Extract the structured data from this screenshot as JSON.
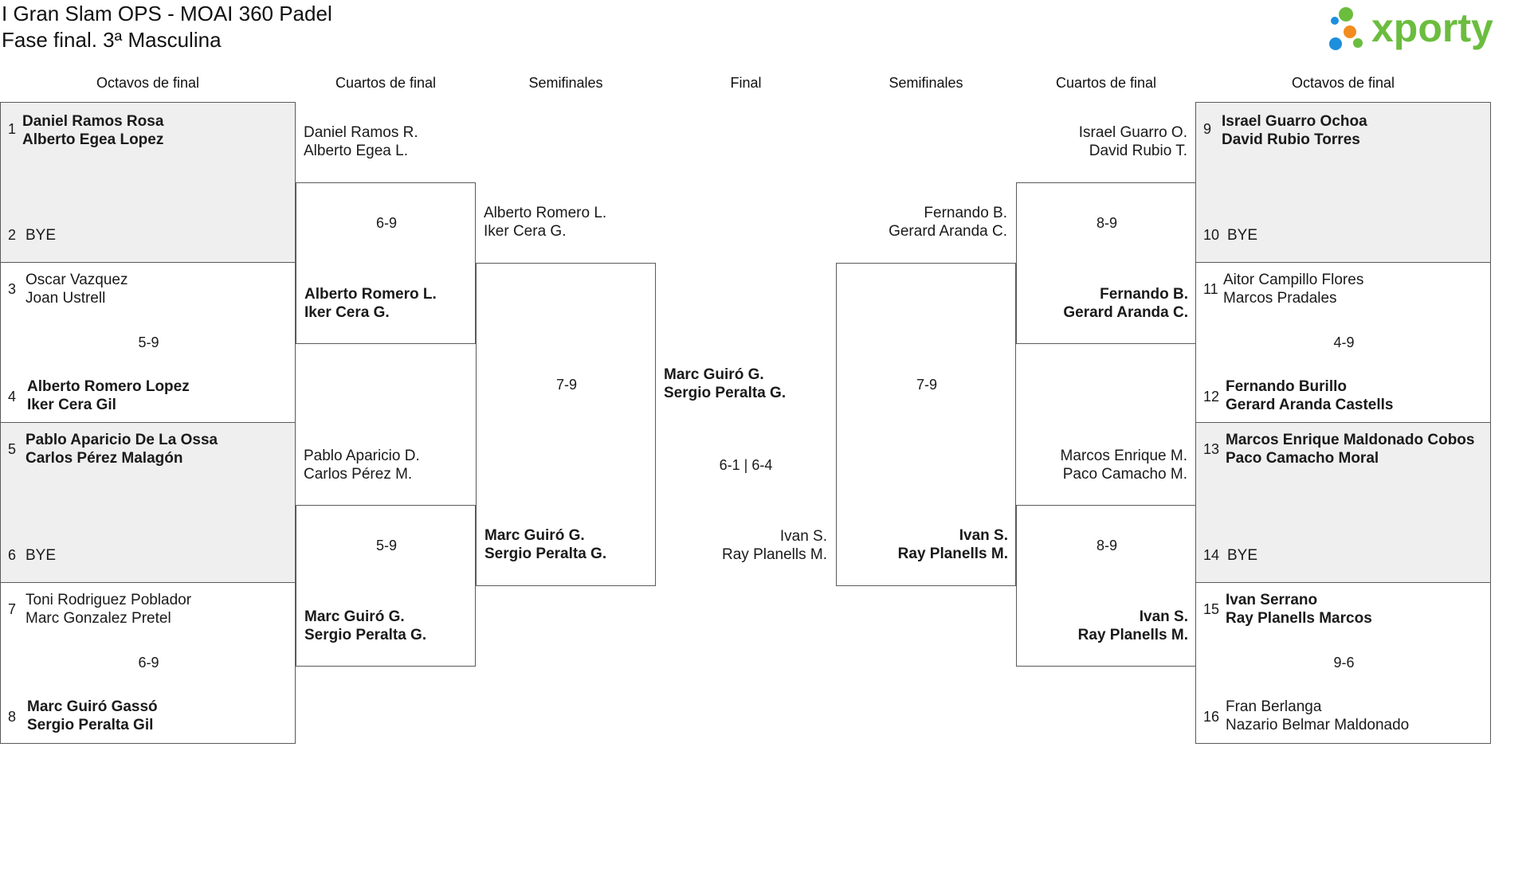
{
  "title": {
    "line1": "I Gran Slam OPS - MOAI 360 Padel",
    "line2": "Fase final. 3ª Masculina"
  },
  "logo": {
    "text": "xporty",
    "colors": [
      "#6bbd3e",
      "#f28b20",
      "#1d8fdc"
    ]
  },
  "headers": {
    "r16_left": "Octavos de final",
    "qf_left": "Cuartos de final",
    "sf_left": "Semifinales",
    "final": "Final",
    "sf_right": "Semifinales",
    "qf_right": "Cuartos de final",
    "r16_right": "Octavos de final"
  },
  "r16_left": [
    {
      "seed_a": "1",
      "a1": "Daniel Ramos Rosa",
      "a2": "Alberto Egea Lopez",
      "seed_b": "2",
      "b1": "BYE",
      "b2": "",
      "score": ""
    },
    {
      "seed_a": "3",
      "a1": "Oscar Vazquez",
      "a2": "Joan Ustrell",
      "seed_b": "4",
      "b1": "Alberto Romero Lopez",
      "b2": "Iker Cera Gil",
      "score": "5-9"
    },
    {
      "seed_a": "5",
      "a1": "Pablo Aparicio De La Ossa",
      "a2": "Carlos Pérez Malagón",
      "seed_b": "6",
      "b1": "BYE",
      "b2": "",
      "score": ""
    },
    {
      "seed_a": "7",
      "a1": "Toni Rodriguez Poblador",
      "a2": "Marc Gonzalez Pretel",
      "seed_b": "8",
      "b1": "Marc Guiró Gassó",
      "b2": "Sergio Peralta Gil",
      "score": "6-9"
    }
  ],
  "r16_right": [
    {
      "seed_a": "9",
      "a1": "Israel Guarro Ochoa",
      "a2": "David Rubio Torres",
      "seed_b": "10",
      "b1": "BYE",
      "b2": "",
      "score": ""
    },
    {
      "seed_a": "11",
      "a1": "Aitor Campillo Flores",
      "a2": "Marcos Pradales",
      "seed_b": "12",
      "b1": "Fernando Burillo",
      "b2": "Gerard Aranda Castells",
      "score": "4-9"
    },
    {
      "seed_a": "13",
      "a1": "Marcos Enrique Maldonado Cobos",
      "a2": "Paco Camacho Moral",
      "seed_b": "14",
      "b1": "BYE",
      "b2": "",
      "score": ""
    },
    {
      "seed_a": "15",
      "a1": "Ivan Serrano",
      "a2": "Ray Planells Marcos",
      "seed_b": "16",
      "b1": "Fran Berlanga",
      "b2": "Nazario Belmar Maldonado",
      "score": "9-6"
    }
  ],
  "qf_left": [
    {
      "a1": "Daniel Ramos R.",
      "a2": "Alberto Egea L.",
      "b1": "Alberto Romero L.",
      "b2": "Iker Cera G.",
      "score": "6-9"
    },
    {
      "a1": "Pablo Aparicio D.",
      "a2": "Carlos Pérez M.",
      "b1": "Marc Guiró G.",
      "b2": "Sergio Peralta G.",
      "score": "5-9"
    }
  ],
  "qf_right": [
    {
      "a1": "Israel Guarro O.",
      "a2": "David Rubio T.",
      "b1": "Fernando B.",
      "b2": "Gerard Aranda C.",
      "score": "8-9"
    },
    {
      "a1": "Marcos Enrique M.",
      "a2": "Paco Camacho M.",
      "b1": "Ivan S.",
      "b2": "Ray Planells M.",
      "score": "8-9"
    }
  ],
  "sf_left": {
    "a1": "Alberto Romero L.",
    "a2": "Iker Cera G.",
    "b1": "Marc Guiró G.",
    "b2": "Sergio Peralta G.",
    "score": "7-9"
  },
  "sf_right": {
    "a1": "Fernando B.",
    "a2": "Gerard Aranda C.",
    "b1": "Ivan S.",
    "b2": "Ray Planells M.",
    "score": "7-9"
  },
  "final": {
    "a1": "Marc Guiró G.",
    "a2": "Sergio Peralta G.",
    "b1": "Ivan S.",
    "b2": "Ray Planells M.",
    "score": "6-1 | 6-4"
  }
}
